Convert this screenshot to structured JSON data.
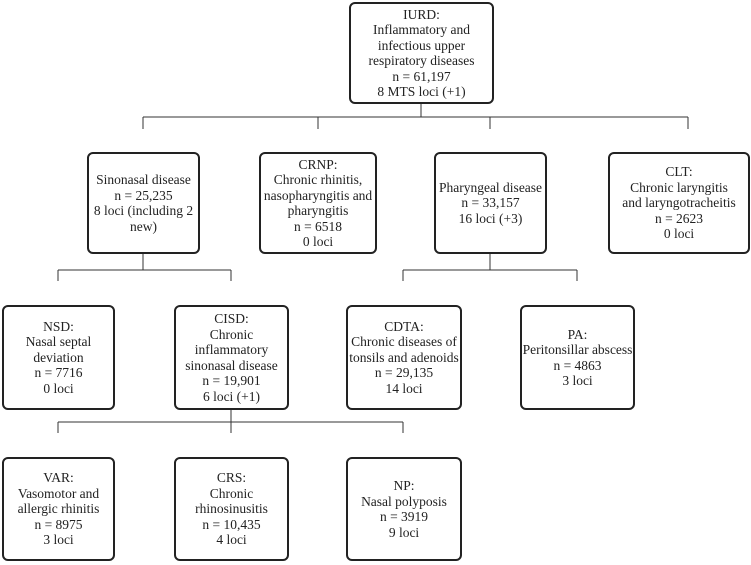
{
  "nodes": {
    "iurd": [
      "IURD:",
      "Inflammatory and",
      "infectious upper",
      "respiratory diseases",
      "n = 61,197",
      "8 MTS loci (+1)"
    ],
    "sinonasal": [
      "Sinonasal disease",
      "n = 25,235",
      "8 loci (including 2",
      "new)"
    ],
    "crnp": [
      "CRNP:",
      "Chronic rhinitis,",
      "nasopharyngitis and",
      "pharyngitis",
      "n = 6518",
      "0 loci"
    ],
    "pharyngeal": [
      "Pharyngeal disease",
      "n = 33,157",
      "16 loci (+3)"
    ],
    "clt": [
      "CLT:",
      "Chronic laryngitis",
      "and laryngotracheitis",
      "n = 2623",
      "0 loci"
    ],
    "nsd": [
      "NSD:",
      "Nasal septal",
      "deviation",
      "n = 7716",
      "0 loci"
    ],
    "cisd": [
      "CISD:",
      "Chronic",
      "inflammatory",
      "sinonasal disease",
      "n = 19,901",
      "6 loci (+1)"
    ],
    "cdta": [
      "CDTA:",
      "Chronic diseases of",
      "tonsils and adenoids",
      "n = 29,135",
      "14 loci"
    ],
    "pa": [
      "PA:",
      "Peritonsillar abscess",
      "n = 4863",
      "3 loci"
    ],
    "var": [
      "VAR:",
      "Vasomotor and",
      "allergic rhinitis",
      "n = 8975",
      "3 loci"
    ],
    "crs": [
      "CRS:",
      "Chronic",
      "rhinosinusitis",
      "n = 10,435",
      "4 loci"
    ],
    "np": [
      "NP:",
      "Nasal polyposis",
      "n = 3919",
      "9 loci"
    ]
  }
}
